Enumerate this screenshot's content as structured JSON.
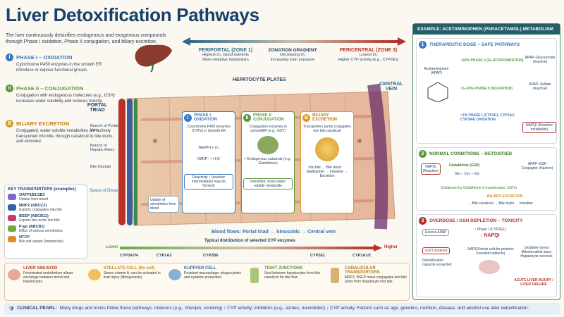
{
  "title": "Liver Detoxification Pathways",
  "intro": "The liver continuously detoxifies endogenous and exogenous compounds through Phase I oxidation, Phase II conjugation, and biliary excretion.",
  "phases": [
    {
      "num": "I",
      "title": "PHASE I – OXIDATION",
      "text": "Cytochrome P450 enzymes in the smooth ER introduce or expose functional groups.",
      "color": "#3a78c2"
    },
    {
      "num": "II",
      "title": "PHASE II – CONJUGATION",
      "text": "Conjugation with endogenous molecules (e.g., GSH) increases water solubility and reduces toxicity.",
      "color": "#5b9a3c"
    },
    {
      "num": "B",
      "title": "BILIARY EXCRETION",
      "text": "Conjugated, water-soluble metabolites are actively transported into bile, through canaliculi to bile ducts, and excreted.",
      "color": "#d99a26"
    }
  ],
  "transporters": {
    "heading": "KEY TRANSPORTERS (examples)",
    "items": [
      {
        "name": "OATP1B1/1B3",
        "desc": "Uptake from blood",
        "color": "#7b68c8"
      },
      {
        "name": "MRP2 (ABCC2)",
        "desc": "Exports conjugates into bile",
        "color": "#2f5fb0"
      },
      {
        "name": "BSEP (ABCB11)",
        "desc": "Exports bile acids into bile",
        "color": "#c93a6a"
      },
      {
        "name": "P-gp (ABCB1)",
        "desc": "Efflux of various xenobiotics",
        "color": "#7aa83c"
      },
      {
        "name": "NTCP",
        "desc": "Bile salt uptake (hepatocyte)",
        "color": "#e08a2a"
      }
    ]
  },
  "zones": {
    "periportal_title": "PERIPORTAL (ZONE 1)",
    "periportal_text": "Highest O₂, blood nutrients\nMore oxidative metabolism",
    "gradient_title": "ZONATION GRADIENT",
    "gradient_text": "Decreasing O₂\nIncreasing toxin exposure",
    "pericentral_title": "PERICENTRAL (ZONE 3)",
    "pericentral_text": "Lowest O₂\nHigher CYP activity (e.g., CYP2E1)"
  },
  "labels": {
    "hepatocyte_plates": "HEPATOCYTE PLATES",
    "central_vein": "CENTRAL VEIN",
    "portal_triad": "PORTAL TRIAD",
    "branch_pv": "Branch of Portal Vein",
    "branch_ha": "Branch of Hepatic Artery",
    "bile_ductule": "Bile Ductule",
    "space_disse": "Space of Disse",
    "uptake": "Uptake of xenobiotics from blood",
    "blood_flow": "Blood flows: Portal triad → Sinusoids → Central vein",
    "cyp_caption": "Typical distribution of selected CYP enzymes",
    "lower": "Lower",
    "higher": "Higher",
    "cyps": [
      "CYP3A7/4",
      "CYP1A2",
      "CYP2B6",
      "CYP2E1",
      "CYP1A1/2"
    ]
  },
  "center_boxes": [
    {
      "num": "I",
      "title": "PHASE I OXIDATION",
      "text": "Cytochrome P450 enzymes (CYPs) in Smooth ER",
      "eq1": "NADPH + O₂",
      "eq2": "NADP⁺ + H₂O",
      "foot": "Reactivity ↑ (reactive intermediates may be formed)",
      "color": "#3a78c2"
    },
    {
      "num": "II",
      "title": "PHASE II CONJUGATION",
      "text": "Conjugation enzymes in cytosol/ER (e.g., GST)",
      "eq1": "+ Endogenous substrate (e.g., Glutathione)",
      "foot": "Detoxified, more water-soluble metabolite",
      "color": "#5b9a3c"
    },
    {
      "num": "B",
      "title": "BILIARY EXCRETION",
      "text": "Transporters pump conjugates into bile canaliculi",
      "eq1": "Into bile → Bile ducts → Gallbladder → Intestine → Excretion",
      "color": "#d99a26"
    }
  ],
  "example": {
    "header": "EXAMPLE: ACETAMINOPHEN (PARACETAMOL) METABOLISM",
    "s1_title": "THERAPEUTIC DOSE – SAFE PATHWAYS",
    "drug": "Acetaminophen (APAP)",
    "p1": "~90%  PHASE II (GLUCURONIDATION)",
    "p1_prod": "APAP–Glucuronide (Inactive)",
    "p2": "~5–10%  PHASE II (SULFATION)",
    "p2_prod": "APAP–Sulfate (Inactive)",
    "p3": "~5%  PHASE I (CYP2E1, CYP1A2, CYP3A4) OXIDATION",
    "p3_prod": "NAPQI (Reactive metabolite)",
    "s2_title": "NORMAL CONDITIONS – DETOXIFIED",
    "napqi": "NAPQI (Reactive)",
    "gsh": "Glutathione (GSH)",
    "gsh_struct": "Glu – Cys – Gly",
    "gst_note": "(Catalyzed by Glutathione S-transferases, GSTs)",
    "conj": "APAP–GSH Conjugate (Inactive)",
    "bile_ex": "BILIARY EXCRETION",
    "bile_path": "→ Bile canaliculi → Bile ducts → Intestine",
    "s3_title": "OVERDOSE / GSH DEPLETION – TOXICITY",
    "excess": "Excess APAP",
    "phase1_up": "↑ Phase I (CYP2E1)",
    "napqi_up": "↑ NAPQI",
    "gsh_dep": "GSH depleted",
    "detox_exceed": "Detoxification capacity exceeded",
    "binds": "NAPQI binds cellular proteins (covalent adducts)",
    "stress": "Oxidative stress Mitochondrial injury Hepatocyte necrosis",
    "ali": "ACUTE LIVER INJURY / LIVER FAILURE"
  },
  "cells": [
    {
      "name": "LIVER SINUSOID",
      "desc": "Fenestrated endothelium allows exchange between blood and hepatocytes.",
      "color": "#c0392b"
    },
    {
      "name": "STELLATE CELL (Ito cell)",
      "desc": "Stores vitamin A; can be activated in liver injury (fibrogenesis).",
      "color": "#d08a20"
    },
    {
      "name": "KUPFFER CELL",
      "desc": "Resident macrophage; phagocytosis and cytokine production.",
      "color": "#2f6fb3"
    },
    {
      "name": "TIGHT JUNCTIONS",
      "desc": "Seal between hepatocytes form bile canaliculi for bile flow.",
      "color": "#5a8a3a"
    },
    {
      "name": "CANALICULAR TRANSPORTERS",
      "desc": "MRP2, BSEP move conjugates and bile acids from hepatocyte into bile.",
      "color": "#b07a20"
    }
  ],
  "pearl": {
    "label": "CLINICAL PEARL:",
    "text": "Many drugs and toxins follow these pathways. Inducers (e.g., rifampin, smoking) ↑ CYP activity; inhibitors (e.g., azoles, macrolides) ↓ CYP activity. Factors such as age, genetics, nutrition, disease, and alcohol use alter detoxification."
  }
}
